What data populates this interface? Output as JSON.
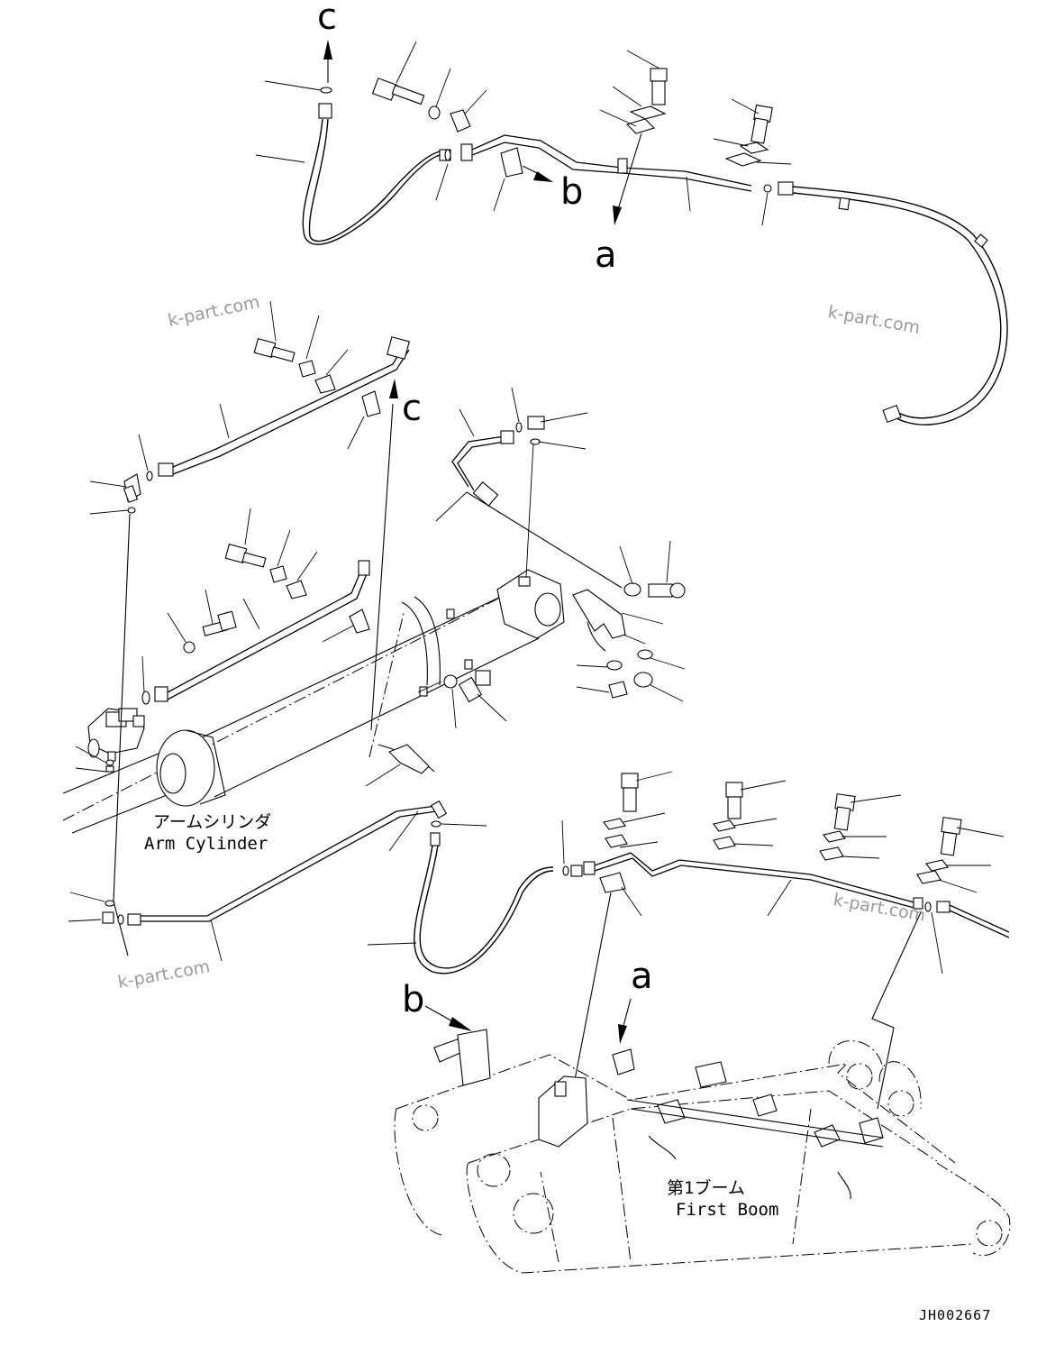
{
  "refs": {
    "c": "c",
    "b": "b",
    "a": "a"
  },
  "labels": {
    "arm_cylinder_jp": "アームシリンダ",
    "arm_cylinder_en": "Arm Cylinder",
    "first_boom_jp": "第1ブーム",
    "first_boom_en": "First Boom"
  },
  "watermark": "k-part.com",
  "drawing_code": "JH002667"
}
